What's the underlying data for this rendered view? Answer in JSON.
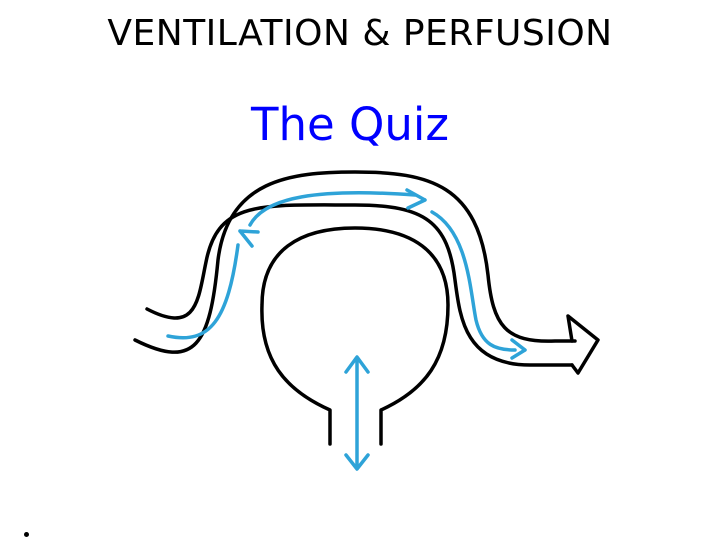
{
  "slide": {
    "title": "VENTILATION & PERFUSION",
    "subtitle": "The Quiz"
  },
  "colors": {
    "title": "#000000",
    "subtitle": "#0000ff",
    "outline": "#000000",
    "flow_arrows": "#2ea3d8"
  },
  "icons": {
    "diagram": "alveolus-capillary-icon",
    "bullet": "bullet-dot"
  }
}
